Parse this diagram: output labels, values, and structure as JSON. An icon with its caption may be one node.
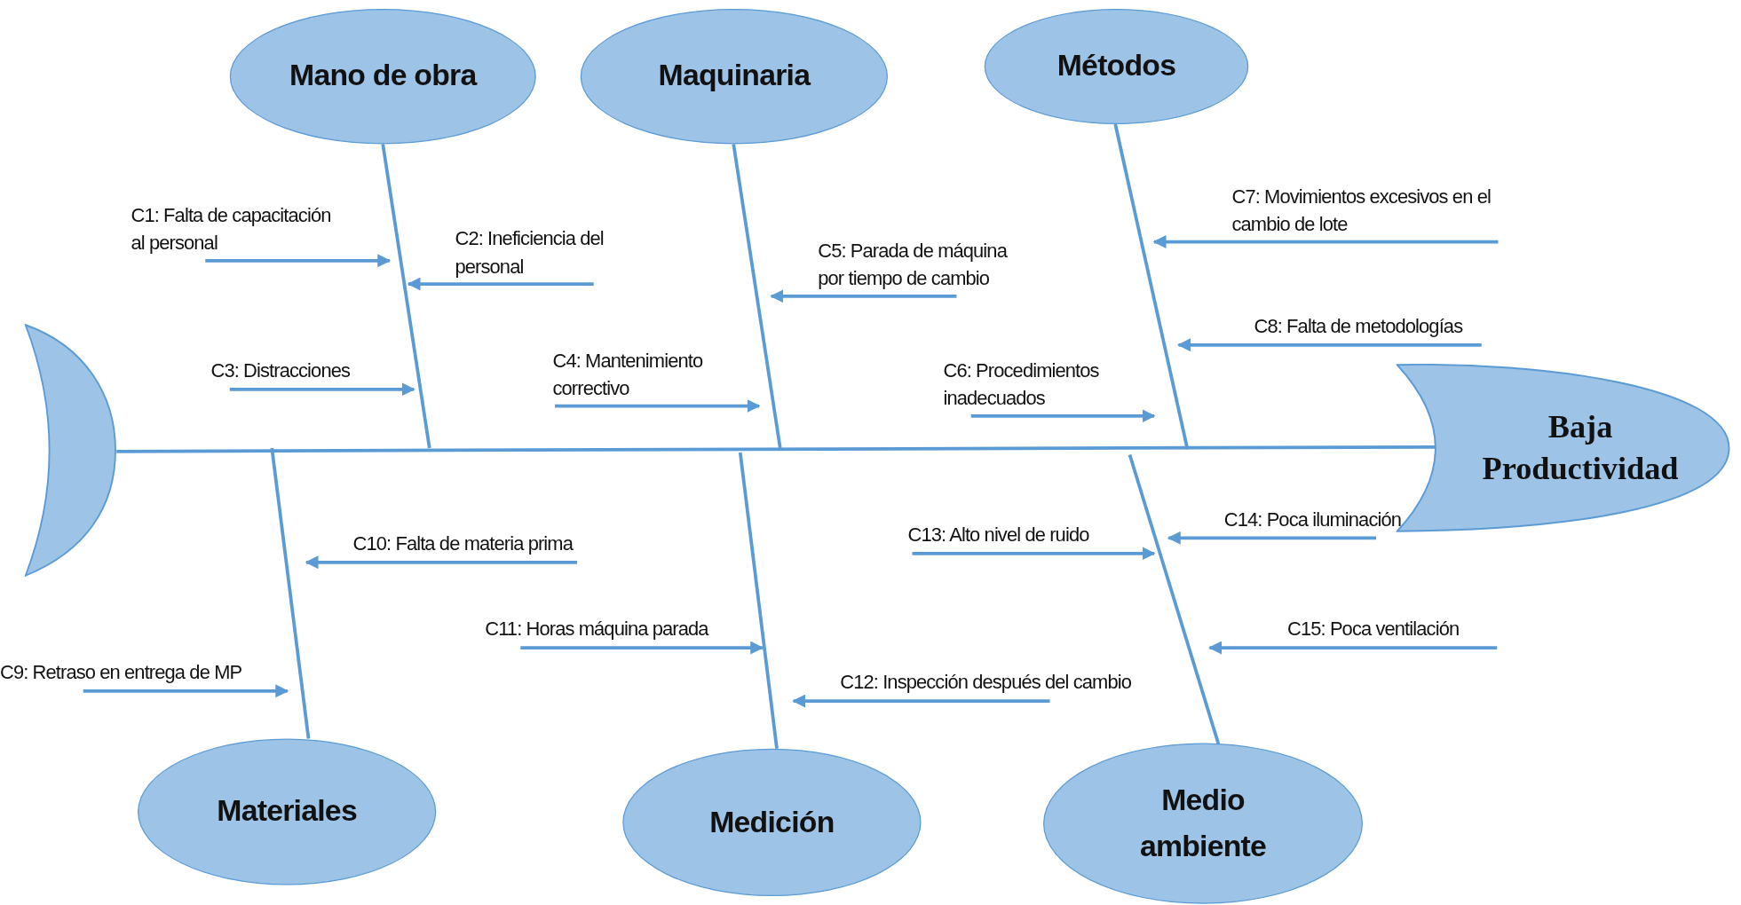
{
  "diagram": {
    "nodes": [
      {
        "text": [
          "Mano de obra"
        ]
      },
      {
        "text": [
          "Maquinaria"
        ]
      },
      {
        "text": [
          "Métodos"
        ]
      },
      {
        "text": [],
        "shape": "crescent"
      },
      {
        "text": [
          "Baja Productividad"
        ]
      },
      {
        "text": [
          "C1: Falta de capacitación al personal"
        ]
      },
      {
        "text": [
          "C2: Ineficiencia del personal"
        ]
      },
      {
        "text": [
          "C3: Distracciones"
        ]
      },
      {
        "text": [
          "C4: Mantenimiento correctivo"
        ]
      },
      {
        "text": [
          "C5: Parada de máquina por tiempo de cambio"
        ]
      },
      {
        "text": [
          "C6: Procedimientos inadecuados"
        ]
      },
      {
        "text": [
          "C7: Movimientos excesivos en el cambio de lote"
        ]
      },
      {
        "text": [
          "C8: Falta de metodologías"
        ]
      },
      {
        "text": [
          "C14: Poca iluminación"
        ]
      },
      {
        "text": [
          "C13: Alto nivel de ruido"
        ]
      },
      {
        "text": [
          "C10: Falta de materia prima"
        ]
      },
      {
        "text": [
          "C11: Horas máquina parada"
        ]
      },
      {
        "text": [
          "C15: Poca ventilación"
        ]
      },
      {
        "text": [
          "C9: Retraso en entrega de MP"
        ]
      },
      {
        "text": [
          "C12: Inspección después del cambio"
        ]
      },
      {
        "text": [
          "Materiales"
        ]
      },
      {
        "text": [
          "Medición"
        ]
      },
      {
        "text": [
          "Medio ambiente"
        ]
      }
    ],
    "edges": [
      {
        "from": 3,
        "to": 4,
        "arrow": "none"
      },
      {
        "from": 0,
        "to": null,
        "arrow": "none"
      },
      {
        "from": 1,
        "to": null,
        "arrow": "none"
      },
      {
        "from": 2,
        "to": null,
        "arrow": "none"
      },
      {
        "from": 20,
        "to": null,
        "arrow": "none"
      },
      {
        "from": 21,
        "to": null,
        "arrow": "none"
      },
      {
        "from": 22,
        "to": null,
        "arrow": "none"
      },
      {
        "from": 5,
        "to": null,
        "arrow": "to"
      },
      {
        "from": 6,
        "to": null,
        "arrow": "to"
      },
      {
        "from": 7,
        "to": null,
        "arrow": "to"
      },
      {
        "from": 8,
        "to": null,
        "arrow": "to"
      },
      {
        "from": 9,
        "to": null,
        "arrow": "to"
      },
      {
        "from": 10,
        "to": null,
        "arrow": "to"
      },
      {
        "from": 11,
        "to": null,
        "arrow": "to"
      },
      {
        "from": 12,
        "to": null,
        "arrow": "to"
      },
      {
        "from": 13,
        "to": null,
        "arrow": "to"
      },
      {
        "from": 14,
        "to": null,
        "arrow": "to"
      },
      {
        "from": 15,
        "to": null,
        "arrow": "to"
      },
      {
        "from": 16,
        "to": null,
        "arrow": "to"
      },
      {
        "from": 17,
        "to": null,
        "arrow": "to"
      },
      {
        "from": 18,
        "to": null,
        "arrow": "to"
      },
      {
        "from": 19,
        "to": null,
        "arrow": "to"
      }
    ]
  }
}
